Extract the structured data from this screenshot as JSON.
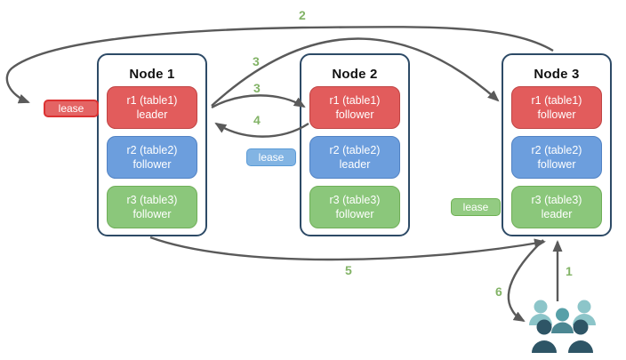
{
  "nodes": [
    {
      "title": "Node 1",
      "replicas": [
        {
          "name": "r1 (table1)",
          "role": "leader",
          "color": "red"
        },
        {
          "name": "r2 (table2)",
          "role": "follower",
          "color": "blue"
        },
        {
          "name": "r3 (table3)",
          "role": "follower",
          "color": "green"
        }
      ]
    },
    {
      "title": "Node 2",
      "replicas": [
        {
          "name": "r1 (table1)",
          "role": "follower",
          "color": "red"
        },
        {
          "name": "r2 (table2)",
          "role": "leader",
          "color": "blue"
        },
        {
          "name": "r3 (table3)",
          "role": "follower",
          "color": "green"
        }
      ]
    },
    {
      "title": "Node 3",
      "replicas": [
        {
          "name": "r1 (table1)",
          "role": "follower",
          "color": "red"
        },
        {
          "name": "r2 (table2)",
          "role": "follower",
          "color": "blue"
        },
        {
          "name": "r3 (table3)",
          "role": "leader",
          "color": "green"
        }
      ]
    }
  ],
  "leases": [
    {
      "label": "lease",
      "color": "red"
    },
    {
      "label": "lease",
      "color": "blue"
    },
    {
      "label": "lease",
      "color": "green"
    }
  ],
  "steps": [
    {
      "label": "1"
    },
    {
      "label": "2"
    },
    {
      "label": "3"
    },
    {
      "label": "3"
    },
    {
      "label": "4"
    },
    {
      "label": "5"
    },
    {
      "label": "6"
    }
  ],
  "icons": {
    "clients": "users-icon"
  },
  "colors": {
    "node_border": "#2d4a66",
    "red_fill": "#e25c5c",
    "red_border": "#c04444",
    "blue_fill": "#6c9edd",
    "blue_border": "#5182c3",
    "green_fill": "#8bc77b",
    "green_border": "#6fae58",
    "lease_red_fill": "#e46464",
    "lease_red_border": "#dc3232",
    "lease_blue_fill": "#82b4e3",
    "lease_blue_border": "#5c9bd6",
    "lease_green_fill": "#93cb82",
    "lease_green_border": "#6db052",
    "arrow": "#5a5a5a",
    "step_label": "#82b366",
    "users_light": "#8cc5c9",
    "users_mid": "#57a0a8",
    "users_dark": "#2e5566"
  }
}
